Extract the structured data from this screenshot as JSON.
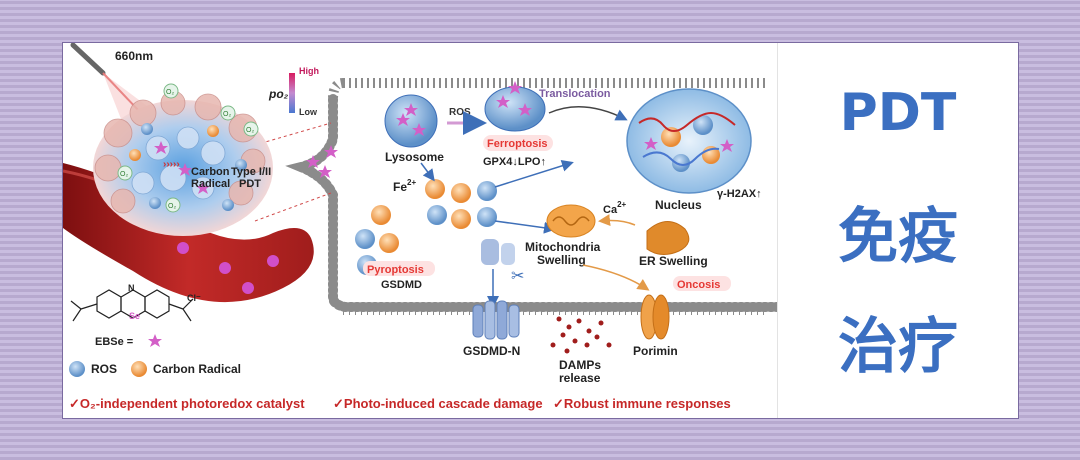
{
  "figure": {
    "wavelength": "660nm",
    "po2_label": "po₂",
    "po2_high": "High",
    "po2_low": "Low",
    "o2": "O₂",
    "carbon_radical": [
      "Carbon",
      "Radical"
    ],
    "type_pdt": [
      "Type I/II",
      "PDT"
    ],
    "ros_arrow": "ROS",
    "translocation": "Translocation",
    "lysosome": "Lysosome",
    "fe": "Fe",
    "fe_sup": "2+",
    "ferroptosis": "Ferroptosis",
    "gpx4": "GPX4↓LPO↑",
    "nucleus": "Nucleus",
    "h2ax": "γ-H2AX↑",
    "ca": "Ca",
    "ca_sup": "2+",
    "mito": [
      "Mitochondria",
      "Swelling"
    ],
    "er": "ER Swelling",
    "pyroptosis": "Pyroptosis",
    "gsdmd": "GSDMD",
    "oncosis": "Oncosis",
    "gsdmd_n": "GSDMD-N",
    "damps": [
      "DAMPs",
      "release"
    ],
    "porimin": "Porimin",
    "ebse_label": "EBSe =",
    "cl": "Cl⁻",
    "se": "Se",
    "legend_ros": "ROS",
    "legend_carbon": "Carbon Radical"
  },
  "footer": {
    "item1": "✓O₂-independent photoredox catalyst",
    "item2": "✓Photo-induced cascade damage",
    "item3": "✓Robust immune responses"
  },
  "title": {
    "line1": "PDT",
    "line2": "免疫",
    "line3": "治疗"
  },
  "colors": {
    "title": "#3b6fc1",
    "footer": "#c62828",
    "highlight": "#e53935",
    "background": "#c2b4da"
  }
}
